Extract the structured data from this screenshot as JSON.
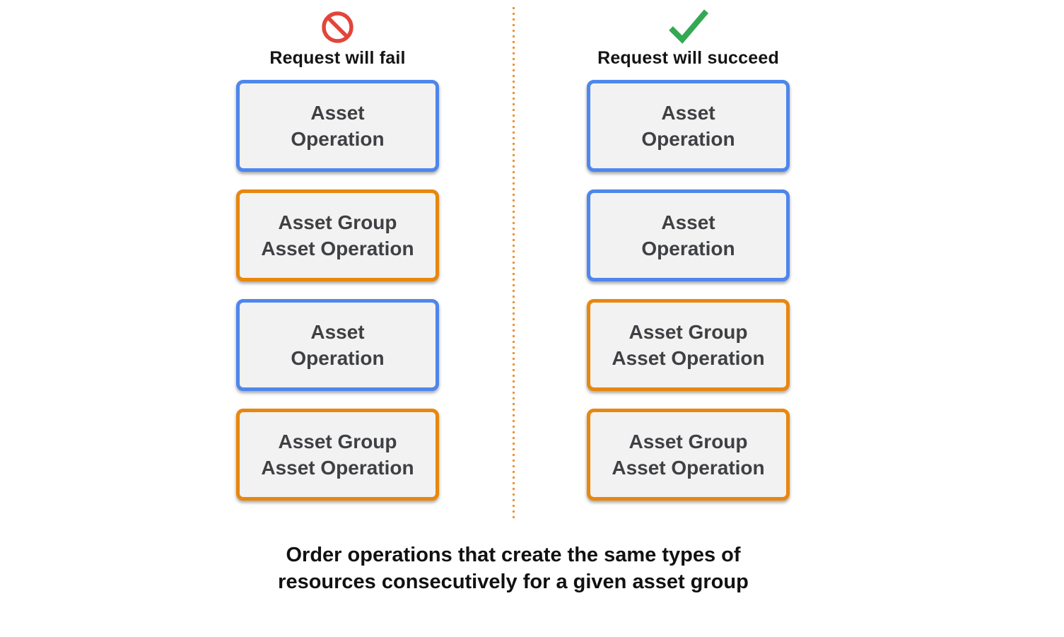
{
  "columns": [
    {
      "id": "fail",
      "icon": "prohibition-icon",
      "label": "Request will fail",
      "boxes": [
        {
          "type": "asset-operation",
          "line1": "Asset",
          "line2": "Operation"
        },
        {
          "type": "asset-group-asset-operation",
          "line1": "Asset Group",
          "line2": "Asset Operation"
        },
        {
          "type": "asset-operation",
          "line1": "Asset",
          "line2": "Operation"
        },
        {
          "type": "asset-group-asset-operation",
          "line1": "Asset Group",
          "line2": "Asset Operation"
        }
      ]
    },
    {
      "id": "succeed",
      "icon": "check-icon",
      "label": "Request will succeed",
      "boxes": [
        {
          "type": "asset-operation",
          "line1": "Asset",
          "line2": "Operation"
        },
        {
          "type": "asset-operation",
          "line1": "Asset",
          "line2": "Operation"
        },
        {
          "type": "asset-group-asset-operation",
          "line1": "Asset Group",
          "line2": "Asset Operation"
        },
        {
          "type": "asset-group-asset-operation",
          "line1": "Asset Group",
          "line2": "Asset Operation"
        }
      ]
    }
  ],
  "caption": {
    "line1": "Order operations that create the same types of",
    "line2": "resources consecutively for a given asset group"
  },
  "colors": {
    "asset_operation_border": "#4e86ec",
    "asset_group_border": "#e8870e",
    "box_fill": "#f2f2f2",
    "box_text": "#3f4043",
    "fail_icon_red": "#e2453a",
    "success_icon_green": "#34a853",
    "divider_orange": "#ed9435"
  }
}
